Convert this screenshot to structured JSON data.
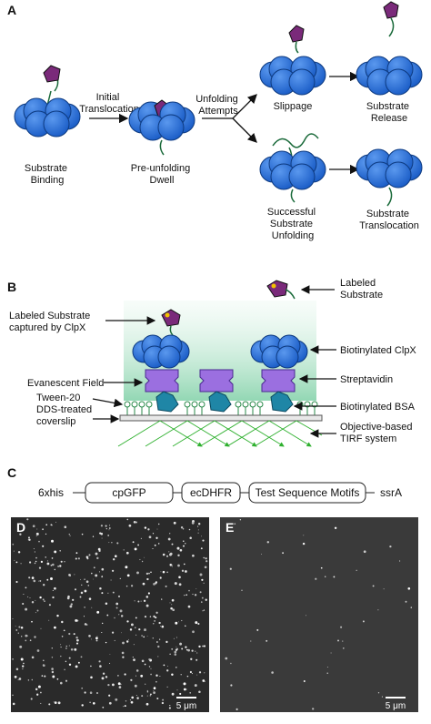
{
  "panel_a": {
    "letter": "A",
    "substrate_binding": [
      "Substrate",
      "Binding"
    ],
    "initial_translocation": [
      "Initial",
      "Translocation"
    ],
    "pre_unfolding_dwell": [
      "Pre-unfolding",
      "Dwell"
    ],
    "unfolding_attempts": [
      "Unfolding",
      "Attempts"
    ],
    "slippage": "Slippage",
    "substrate_release": [
      "Substrate",
      "Release"
    ],
    "successful_unfolding": [
      "Successful",
      "Substrate",
      "Unfolding"
    ],
    "substrate_translocation": [
      "Substrate",
      "Translocation"
    ]
  },
  "panel_b": {
    "letter": "B",
    "labeled_substrate_top": [
      "Labeled",
      "Substrate"
    ],
    "labeled_substrate_captured": [
      "Labeled Substrate",
      "captured by ClpX"
    ],
    "biotinylated_clpx": "Biotinylated ClpX",
    "evanescent_field": "Evanescent Field",
    "streptavidin": "Streptavidin",
    "tween20": [
      "Tween-20",
      "DDS-treated",
      "coverslip"
    ],
    "biotinylated_bsa": "Biotinylated BSA",
    "objective_tirf": [
      "Objective-based",
      "TIRF system"
    ]
  },
  "panel_c": {
    "letter": "C",
    "tag_left": "6xhis",
    "segments": [
      "cpGFP",
      "ecDHFR",
      "Test Sequence Motifs"
    ],
    "tag_right": "ssrA"
  },
  "panel_d": {
    "letter": "D",
    "scale_bar": "5 μm"
  },
  "panel_e": {
    "letter": "E",
    "scale_bar": "5 μm"
  },
  "colors": {
    "clpx_blue": "#2b6fd6",
    "substrate_purple": "#7a2a7a",
    "streptavidin_purple": "#9b6fe0",
    "bsa_teal": "#1f86a6",
    "evanescent_green": "#8fd6b0",
    "tirf_green": "#2fb02f"
  }
}
